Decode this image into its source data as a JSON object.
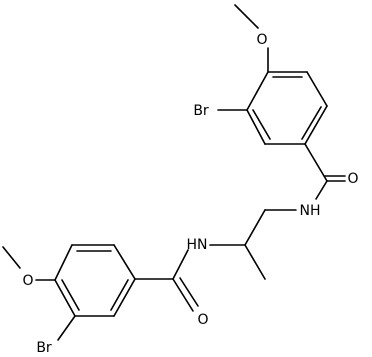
{
  "molecule": {
    "atoms": {
      "o_methoxy_top": "O",
      "br_top": "Br",
      "o_carbonyl_top": "O",
      "nh_top": "NH",
      "nh_bottom": "HN",
      "o_methoxy_bottom": "O",
      "o_carbonyl_bottom": "O",
      "br_bottom": "Br"
    }
  }
}
